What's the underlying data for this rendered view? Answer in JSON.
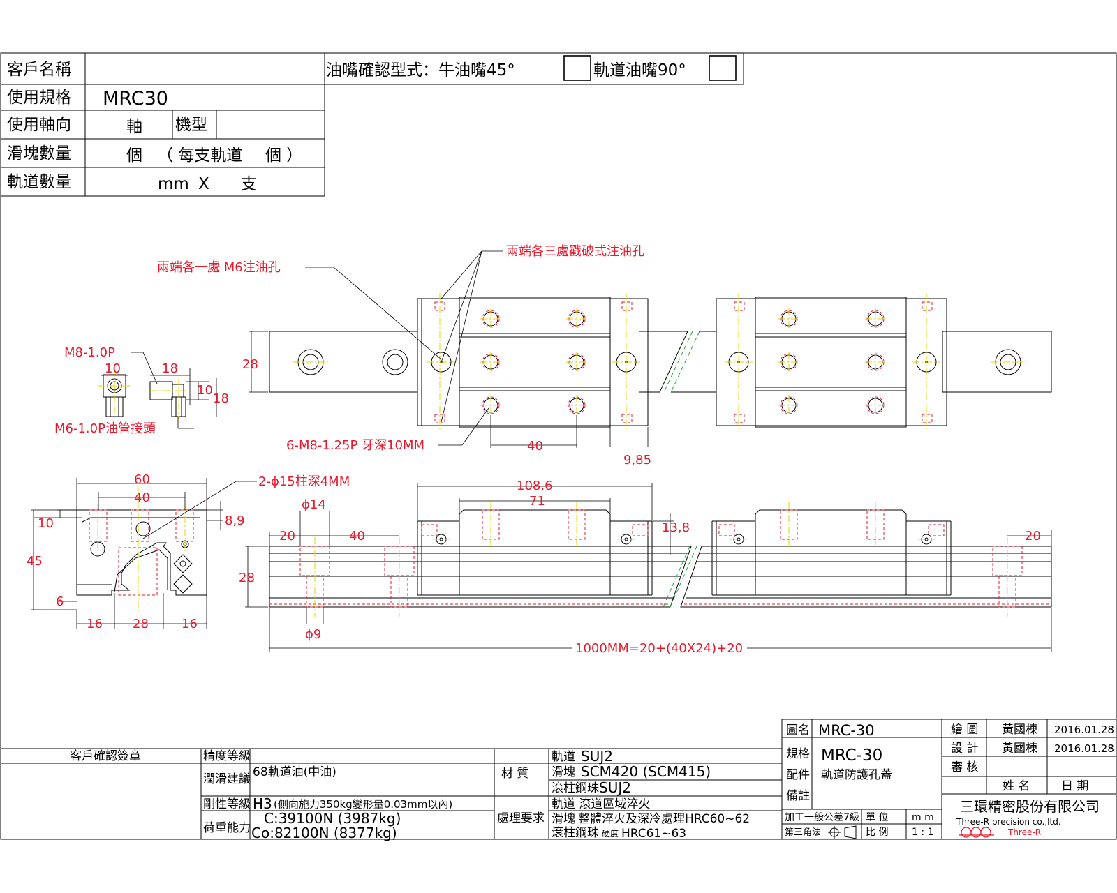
{
  "header": {
    "customer_name_label": "客戶名稱",
    "customer_name_value": "",
    "grease_type_label": "油嘴確認型式：牛油嘴45°",
    "rail_grease_label": "軌道油嘴90°",
    "spec_label": "使用規格",
    "spec_value": "MRC30",
    "axis_label": "使用軸向",
    "axis_unit": "軸",
    "model_label": "機型",
    "block_qty_label": "滑塊數量",
    "block_qty_unit": "個",
    "block_qty_note": "（ 每支軌道",
    "block_qty_note_unit": "個 ）",
    "rail_qty_label": "軌道數量",
    "rail_qty_mm": "mm",
    "rail_qty_x": "X",
    "rail_qty_unit": "支"
  },
  "callouts": {
    "m6_hole": "兩端各一處 M6注油孔",
    "three_holes": "兩端各三處戳破式注油孔",
    "m8_tap": "M8-1.0P",
    "m6_fitting": "M6-1.0P油管接頭",
    "m8_thread": "6-M8-1.25P 牙深10MM",
    "counterbore": "2-ϕ15柱深4MM",
    "total_length": "1000MM=20+(40X24)+20"
  },
  "dims": {
    "fit_10": "10",
    "fit_18": "18",
    "fit_10b": "10",
    "fit_18b": "18",
    "rail_h_28": "28",
    "pitch_40": "40",
    "end_985": "9,85",
    "w60": "60",
    "w40": "40",
    "h10": "10",
    "h45": "45",
    "h6": "6",
    "h89": "8,9",
    "b16a": "16",
    "b28": "28",
    "b16b": "16",
    "l1086": "108,6",
    "l71": "71",
    "l138": "13,8",
    "d14": "ϕ14",
    "s20": "20",
    "s40": "40",
    "s28": "28",
    "d9": "ϕ9",
    "e20": "20"
  },
  "title_block": {
    "drawing_name_label": "圖名",
    "drawing_name": "MRC-30",
    "spec_label": "規格",
    "spec": "MRC-30",
    "part_label": "配件",
    "part": "軌道防護孔蓋",
    "remark_label": "備註",
    "drawn_label": "繪 圖",
    "drawn_by": "黃國棟",
    "drawn_date": "2016.01.28",
    "design_label": "設 計",
    "design_by": "黃國棟",
    "design_date": "2016.01.28",
    "check_label": "審 核",
    "name_label": "姓 名",
    "date_label": "日 期",
    "company": "三環精密股份有限公司",
    "company_en": "Three-R precision co.,ltd.",
    "logo_text": "Three-R",
    "tolerance": "加工一般公差7級",
    "unit_label": "單 位",
    "unit": "m m",
    "projection": "第三角法",
    "scale_label": "比 例",
    "scale": "1 : 1"
  },
  "spec_table": {
    "customer_sign": "客戶確認簽章",
    "accuracy_label": "精度等級",
    "lube_label": "潤滑建議",
    "lube_value": "68軌道油(中油)",
    "rigidity_label": "剛性等級",
    "rigidity_value": "H3",
    "rigidity_note": "(側向施力350kg變形量0.03mm以內)",
    "load_label": "荷重能力",
    "load_c": "C:39100N (3987kg)",
    "load_co": "Co:82100N (8377kg)",
    "material_label": "材 質",
    "mat_rail_label": "軌道",
    "mat_rail": "SUJ2",
    "mat_block_label": "滑塊",
    "mat_block": "SCM420 (SCM415)",
    "mat_roller_label": "滾柱鋼珠",
    "mat_roller": "SUJ2",
    "treatment_label": "處理要求",
    "treat_rail": "軌道 滾道區域淬火",
    "treat_block_label": "滑塊",
    "treat_block": "整體淬火及深冷處理HRC60~62",
    "treat_roller_label": "滾柱鋼珠",
    "treat_roller_small": "硬度",
    "treat_roller": "HRC61~63"
  }
}
